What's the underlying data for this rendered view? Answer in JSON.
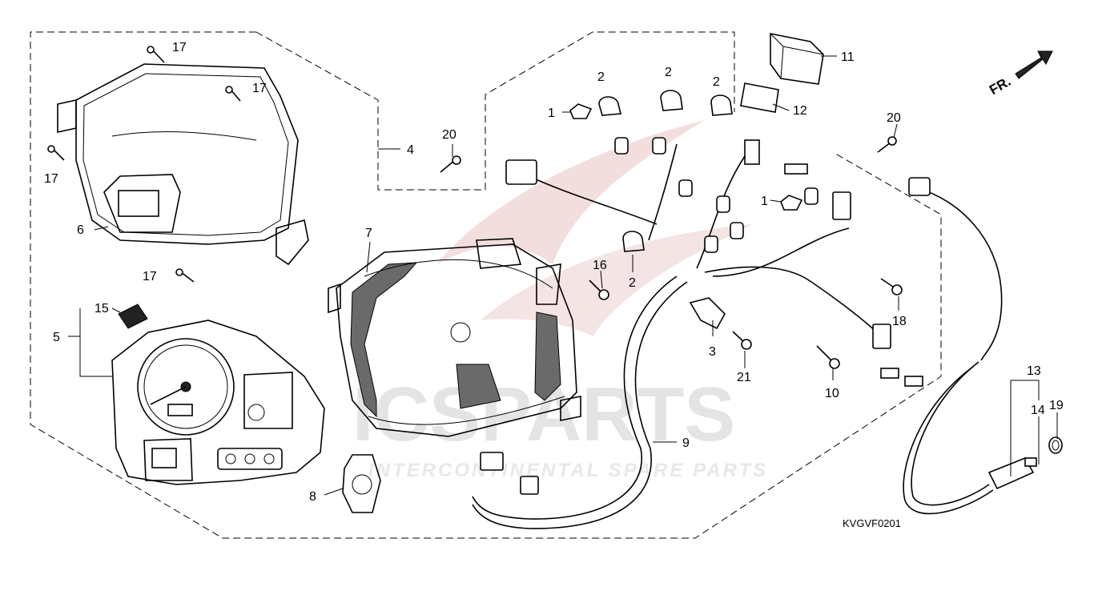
{
  "diagram": {
    "code": "KVGVF0201",
    "direction_label": "FR.",
    "watermark": {
      "brand": "ICSPARTS",
      "tagline": "INTERCONTINENTAL SPARE PARTS"
    },
    "callouts": {
      "c1a": "1",
      "c1b": "1",
      "c2a": "2",
      "c2b": "2",
      "c2c": "2",
      "c2d": "2",
      "c3": "3",
      "c4": "4",
      "c5": "5",
      "c6": "6",
      "c7": "7",
      "c8": "8",
      "c9": "9",
      "c10": "10",
      "c11": "11",
      "c12": "12",
      "c13": "13",
      "c14": "14",
      "c15": "15",
      "c16": "16",
      "c17a": "17",
      "c17b": "17",
      "c17c": "17",
      "c17d": "17",
      "c18": "18",
      "c19": "19",
      "c20a": "20",
      "c20b": "20",
      "c21": "21"
    }
  }
}
